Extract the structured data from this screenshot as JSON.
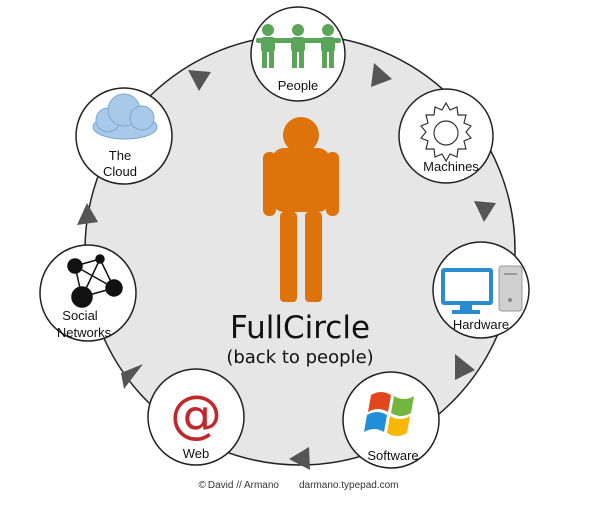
{
  "diagram": {
    "title": "FullCircle",
    "subtitle": "(back to people)",
    "nodes": {
      "people": "People",
      "machines": "Machines",
      "hardware": "Hardware",
      "software": "Software",
      "web": "Web",
      "social_line1": "Social",
      "social_line2": "Networks",
      "cloud_line1": "The",
      "cloud_line2": "Cloud"
    },
    "web_symbol": "@"
  },
  "footer": {
    "copyright_symbol": "©",
    "author": "David // Armano",
    "site": "darmano.typepad.com"
  },
  "colors": {
    "person": "#de730c",
    "people_green": "#5aa55a",
    "cloud_blue": "#a8c9e8",
    "monitor_blue": "#2a8bd0",
    "web_red": "#c0282c",
    "ring_fill": "#e6e6e6",
    "arrow": "#555555"
  }
}
